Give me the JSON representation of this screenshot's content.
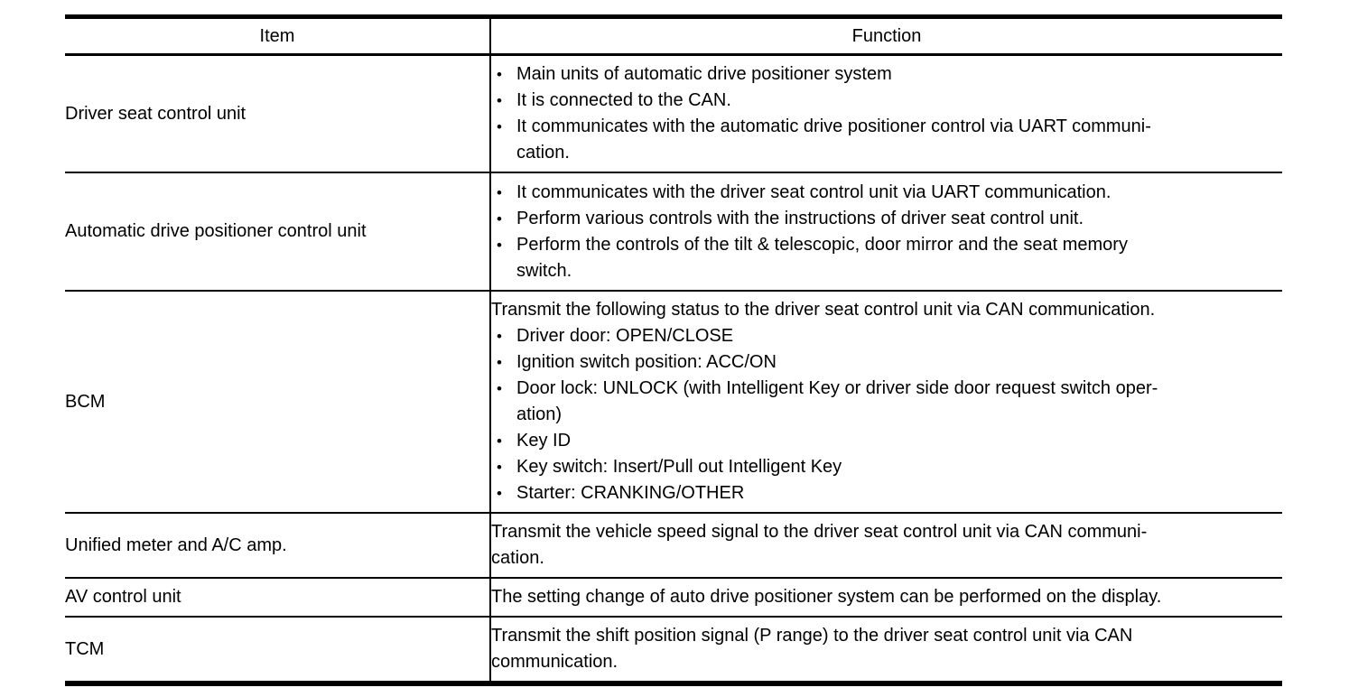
{
  "table": {
    "bullet_glyph": "•",
    "headers": {
      "item": "Item",
      "function": "Function"
    },
    "rows": [
      {
        "item": "Driver seat control unit",
        "blocks": [
          {
            "bullet": true,
            "text": "Main units of automatic drive positioner system"
          },
          {
            "bullet": true,
            "text": "It is connected to the CAN."
          },
          {
            "bullet": true,
            "text": "It communicates with the automatic drive positioner control via UART communi-\ncation."
          }
        ]
      },
      {
        "item": "Automatic drive positioner control unit",
        "blocks": [
          {
            "bullet": true,
            "text": "It communicates with the driver seat control unit via UART communication."
          },
          {
            "bullet": true,
            "text": "Perform various controls with the instructions of driver seat control unit."
          },
          {
            "bullet": true,
            "text": "Perform the controls of the tilt & telescopic, door mirror and the seat memory\nswitch."
          }
        ]
      },
      {
        "item": "BCM",
        "blocks": [
          {
            "bullet": false,
            "text": "Transmit the following status to the driver seat control unit via CAN communication."
          },
          {
            "bullet": true,
            "text": "Driver door: OPEN/CLOSE"
          },
          {
            "bullet": true,
            "text": "Ignition switch position: ACC/ON"
          },
          {
            "bullet": true,
            "text": "Door lock: UNLOCK (with Intelligent Key or driver side door request switch oper-\nation)"
          },
          {
            "bullet": true,
            "text": "Key ID"
          },
          {
            "bullet": true,
            "text": "Key switch: Insert/Pull out Intelligent Key"
          },
          {
            "bullet": true,
            "text": "Starter: CRANKING/OTHER"
          }
        ]
      },
      {
        "item": "Unified meter and A/C amp.",
        "blocks": [
          {
            "bullet": false,
            "text": "Transmit the vehicle speed signal to the driver seat control unit via CAN communi-\ncation."
          }
        ]
      },
      {
        "item": "AV control unit",
        "blocks": [
          {
            "bullet": false,
            "text": "The setting change of auto drive positioner system can be performed on the display."
          }
        ]
      },
      {
        "item": "TCM",
        "blocks": [
          {
            "bullet": false,
            "text": "Transmit the shift position signal (P range) to the driver seat control unit via CAN\ncommunication."
          }
        ]
      }
    ]
  }
}
